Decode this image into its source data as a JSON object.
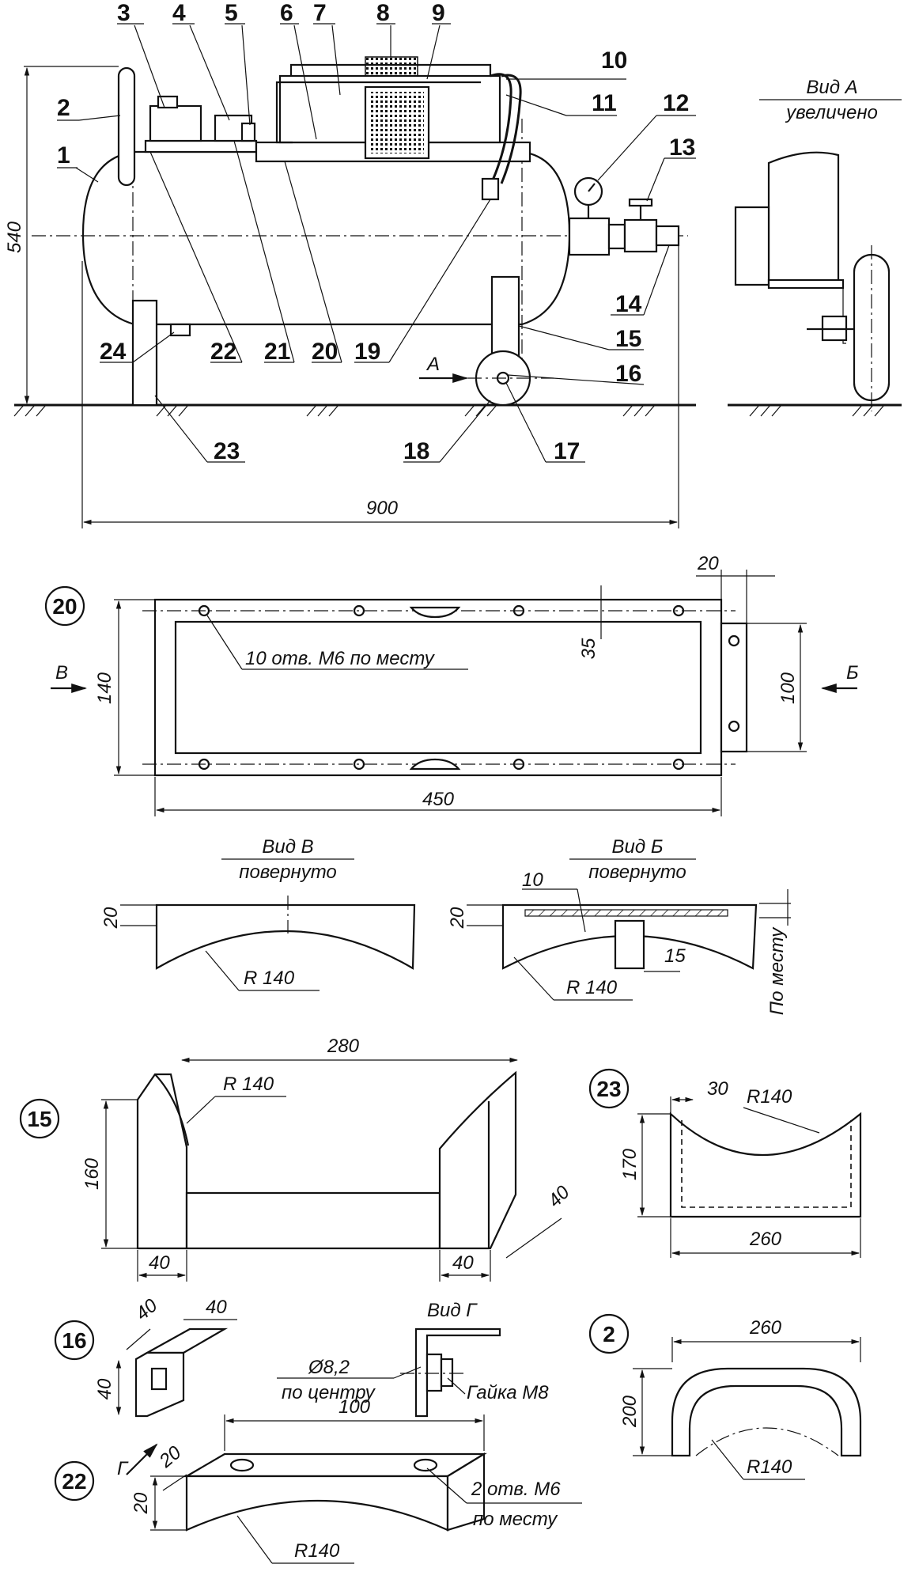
{
  "labels": {
    "n1": "1",
    "n2": "2",
    "n3": "3",
    "n4": "4",
    "n5": "5",
    "n6": "6",
    "n7": "7",
    "n8": "8",
    "n9": "9",
    "n10": "10",
    "n11": "11",
    "n12": "12",
    "n13": "13",
    "n14": "14",
    "n15": "15",
    "n16": "16",
    "n17": "17",
    "n18": "18",
    "n19": "19",
    "n20": "20",
    "n21": "21",
    "n22": "22",
    "n23": "23",
    "n24": "24"
  },
  "main_view": {
    "height_dim": "540",
    "width_dim": "900",
    "arrow_a": "A",
    "view_a_title": "Вид А",
    "view_a_sub": "увеличено"
  },
  "part20": {
    "id": "20",
    "dim_20": "20",
    "dim_35": "35",
    "dim_140": "140",
    "dim_100": "100",
    "dim_450": "450",
    "holes": "10 отв. М6 по месту",
    "arrow_v": "В",
    "arrow_b": "Б"
  },
  "view_v": {
    "title": "Вид В",
    "sub": "повернуто",
    "dim_20": "20",
    "radius": "R 140"
  },
  "view_b": {
    "title": "Вид Б",
    "sub": "повернуто",
    "dim_10": "10",
    "dim_20": "20",
    "dim_15": "15",
    "radius": "R 140",
    "po_mestu": "По месту"
  },
  "part15": {
    "id": "15",
    "dim_280": "280",
    "dim_160": "160",
    "radius": "R 140",
    "dim_40a": "40",
    "dim_40b": "40",
    "dim_40c": "40"
  },
  "part23": {
    "id": "23",
    "dim_30": "30",
    "radius": "R140",
    "dim_170": "170",
    "dim_260": "260"
  },
  "part16": {
    "id": "16",
    "dim_40a": "40",
    "dim_40b": "40",
    "dim_40c": "40",
    "view_g_title": "Вид Г",
    "diam": "Ø8,2",
    "diam_sub": "по центру",
    "nut": "Гайка М8",
    "arrow_g": "Г"
  },
  "part2": {
    "id": "2",
    "dim_260": "260",
    "dim_200": "200",
    "radius": "R140"
  },
  "part22": {
    "id": "22",
    "dim_100": "100",
    "dim_20a": "20",
    "dim_20b": "20",
    "holes": "2 отв. М6",
    "holes_sub": "по месту",
    "radius": "R140"
  }
}
